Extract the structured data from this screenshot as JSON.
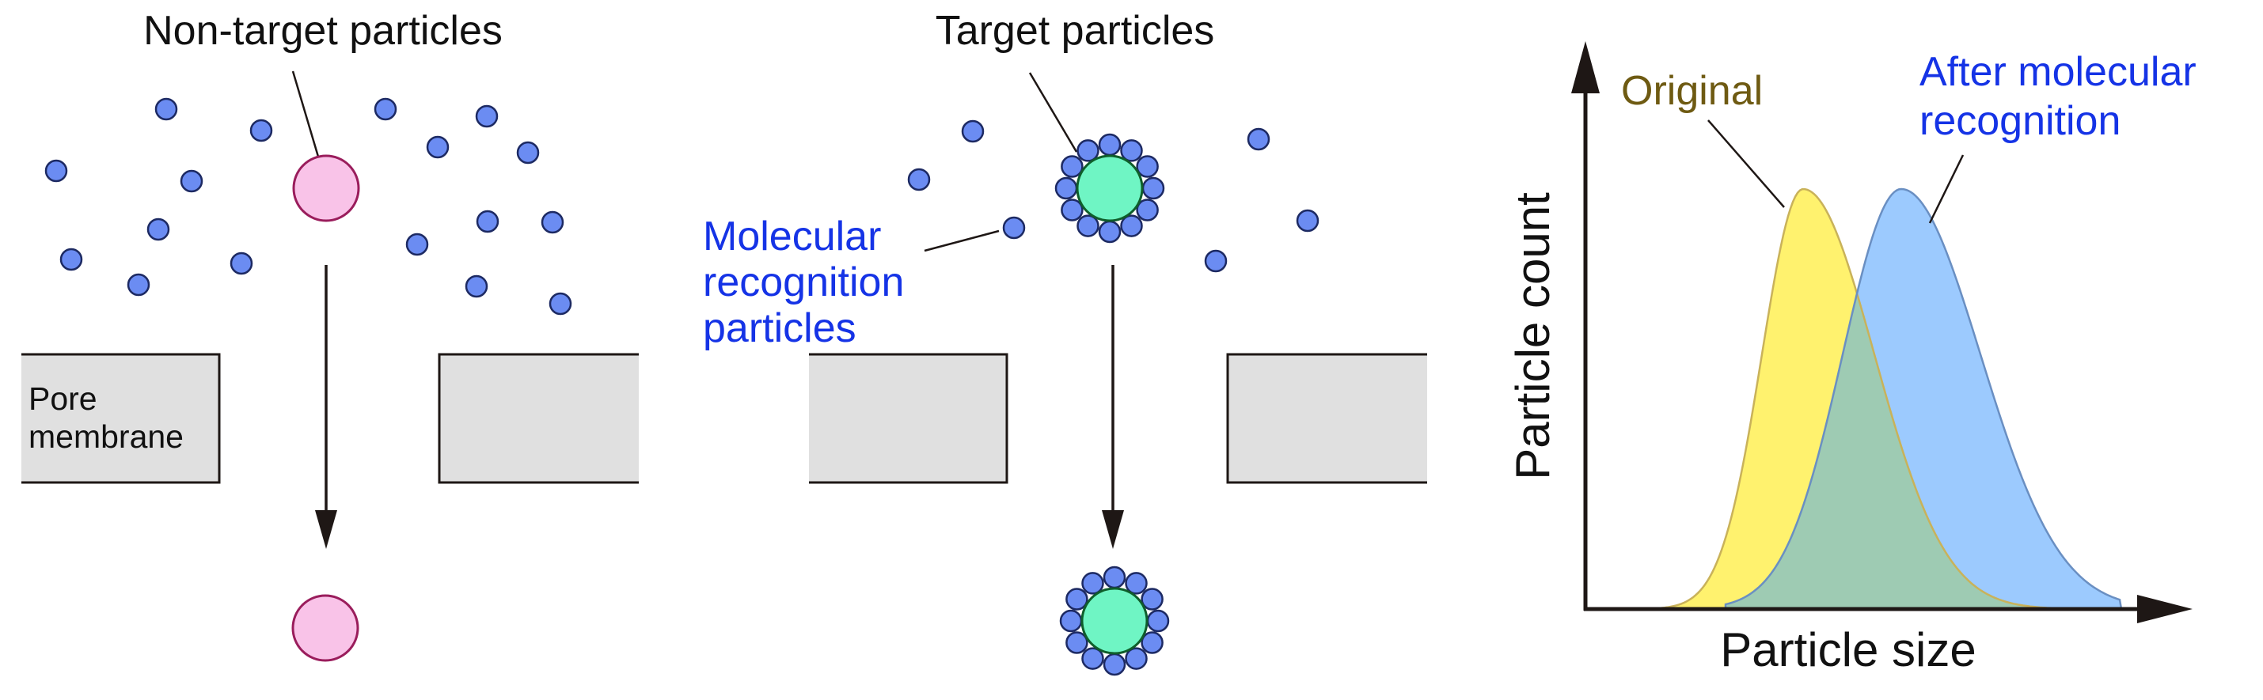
{
  "panel1": {
    "label": "Non-target particles",
    "membrane_label_line1": "Pore",
    "membrane_label_line2": "membrane"
  },
  "panel2": {
    "label": "Target particles",
    "mrp_line1": "Molecular",
    "mrp_line2": "recognition",
    "mrp_line3": "particles"
  },
  "chart_data": {
    "type": "area",
    "xlabel": "Particle size",
    "ylabel": "Particle count",
    "series": [
      {
        "name": "Original",
        "line1": "Original",
        "color": "#fff26e",
        "stroke": "#c9b25a"
      },
      {
        "name": "After molecular recognition",
        "line1": "After molecular",
        "line2": "recognition",
        "color": "#9ccafe",
        "stroke": "#6a8fc2"
      }
    ],
    "overlap_color": "#9ecbb3",
    "axis_color": "#1e1715"
  },
  "colors": {
    "small_particle": "#6b8cf2",
    "non_target": "#f9c3e8",
    "target": "#6ff5c4",
    "membrane": "#e0e0e0",
    "arrow": "#1e1715"
  }
}
